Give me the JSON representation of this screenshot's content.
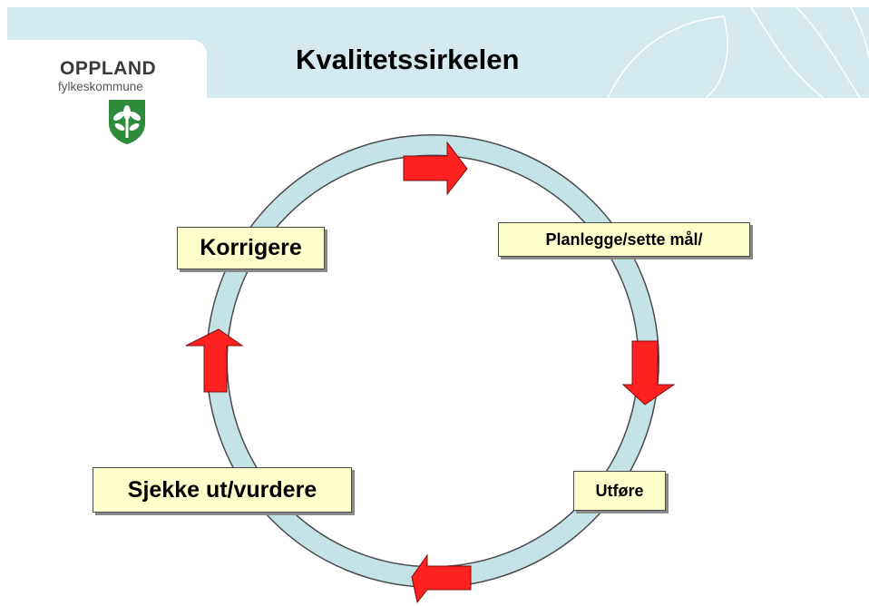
{
  "header": {
    "title": "Kvalitetssirkelen",
    "logo": {
      "name": "OPPLAND",
      "subtitle": "fylkeskommune",
      "crest_icon": "oppland-crest-icon",
      "crest_color": "#2e8b3a"
    },
    "background_color": "#d5eaee"
  },
  "diagram": {
    "type": "cycle",
    "steps": [
      {
        "id": "planlegge",
        "label": "Planlegge/sette mål/"
      },
      {
        "id": "utfore",
        "label": "Utføre"
      },
      {
        "id": "sjekke",
        "label": "Sjekke ut/vurdere"
      },
      {
        "id": "korrigere",
        "label": "Korrigere"
      }
    ],
    "ring_color": "#c4e3e7",
    "arrow_color": "#ff2020",
    "label_fill": "#ffffcc"
  }
}
